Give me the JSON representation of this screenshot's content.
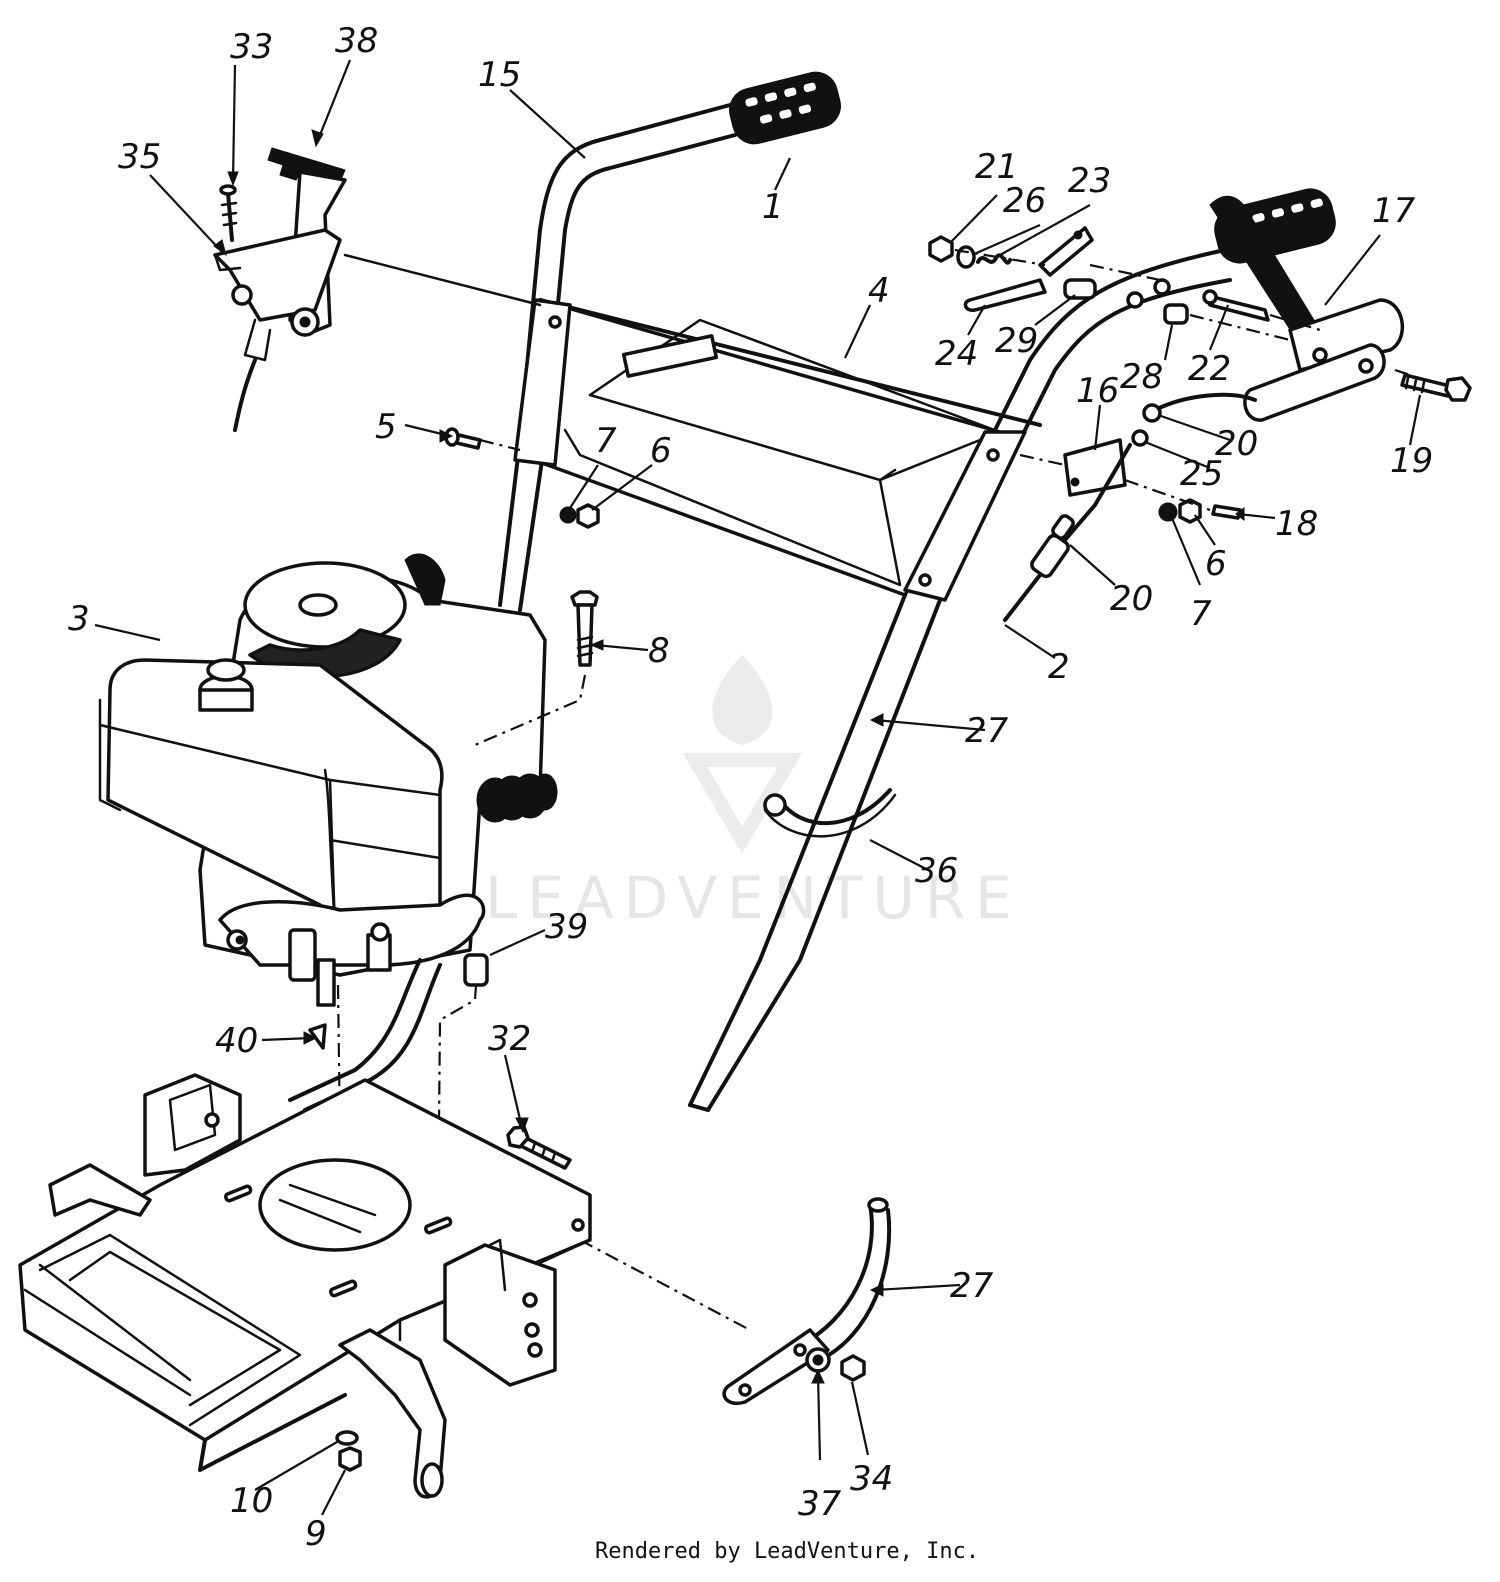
{
  "watermark": {
    "text": "LEADVENTURE",
    "color": "#e6e6e6"
  },
  "credit": "Rendered by LeadVenture, Inc.",
  "line_color": "#111111",
  "background": "#ffffff",
  "callouts": [
    {
      "id": "c33",
      "label": "33"
    },
    {
      "id": "c38",
      "label": "38"
    },
    {
      "id": "c35",
      "label": "35"
    },
    {
      "id": "c15",
      "label": "15"
    },
    {
      "id": "c1",
      "label": "1"
    },
    {
      "id": "c21",
      "label": "21"
    },
    {
      "id": "c26",
      "label": "26"
    },
    {
      "id": "c23",
      "label": "23"
    },
    {
      "id": "c17",
      "label": "17"
    },
    {
      "id": "c4",
      "label": "4"
    },
    {
      "id": "c24",
      "label": "24"
    },
    {
      "id": "c29",
      "label": "29"
    },
    {
      "id": "c28",
      "label": "28"
    },
    {
      "id": "c22",
      "label": "22"
    },
    {
      "id": "c19",
      "label": "19"
    },
    {
      "id": "c5",
      "label": "5"
    },
    {
      "id": "c7a",
      "label": "7"
    },
    {
      "id": "c6a",
      "label": "6"
    },
    {
      "id": "c16",
      "label": "16"
    },
    {
      "id": "c20a",
      "label": "20"
    },
    {
      "id": "c25",
      "label": "25"
    },
    {
      "id": "c18",
      "label": "18"
    },
    {
      "id": "c6b",
      "label": "6"
    },
    {
      "id": "c20b",
      "label": "20"
    },
    {
      "id": "c7b",
      "label": "7"
    },
    {
      "id": "c2",
      "label": "2"
    },
    {
      "id": "c3",
      "label": "3"
    },
    {
      "id": "c8",
      "label": "8"
    },
    {
      "id": "c27a",
      "label": "27"
    },
    {
      "id": "c36",
      "label": "36"
    },
    {
      "id": "c39",
      "label": "39"
    },
    {
      "id": "c40",
      "label": "40"
    },
    {
      "id": "c32",
      "label": "32"
    },
    {
      "id": "c27b",
      "label": "27"
    },
    {
      "id": "c10",
      "label": "10"
    },
    {
      "id": "c9",
      "label": "9"
    },
    {
      "id": "c37",
      "label": "37"
    },
    {
      "id": "c34",
      "label": "34"
    }
  ]
}
